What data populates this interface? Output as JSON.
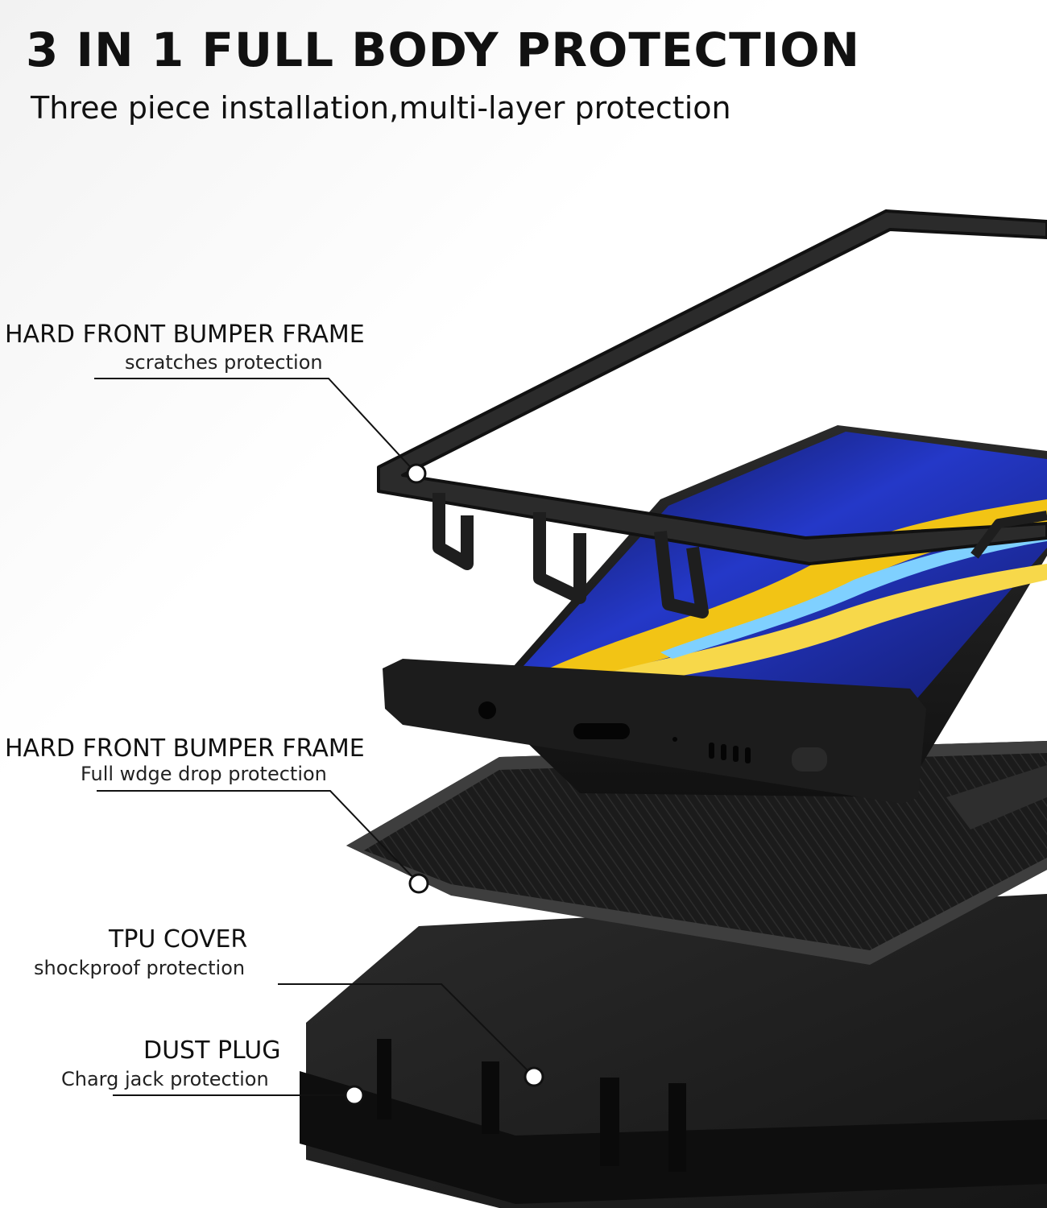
{
  "header": {
    "title": "3 IN 1 FULL BODY PROTECTION",
    "subtitle": "Three piece installation,multi-layer protection"
  },
  "callouts": [
    {
      "title": "HARD FRONT BUMPER FRAME",
      "subtitle": "scratches protection"
    },
    {
      "title": "HARD FRONT BUMPER FRAME",
      "subtitle": "Full wdge drop protection"
    },
    {
      "title": "TPU COVER",
      "subtitle": "shockproof protection"
    },
    {
      "title": "DUST PLUG",
      "subtitle": "Charg jack protection"
    }
  ],
  "colors": {
    "case_black": "#1a1a1a",
    "frame_gray": "#3a3a3a",
    "wallpaper_blue": "#2438c8",
    "wallpaper_yellow": "#f2c415"
  }
}
